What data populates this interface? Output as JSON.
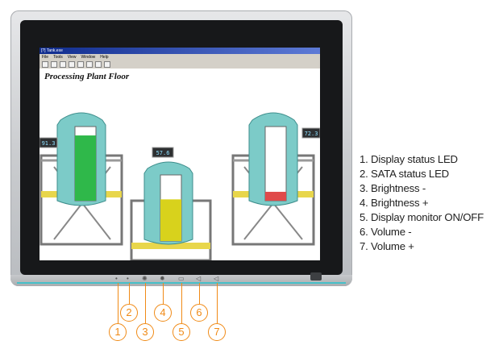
{
  "app": {
    "title": "[?] Tank.exe",
    "menu": [
      "File",
      "Tools",
      "View",
      "Window",
      "Help"
    ],
    "toolbar_icons": [
      "new-icon",
      "open-icon",
      "save-icon",
      "cut-icon",
      "copy-icon",
      "paste-icon",
      "print-icon",
      "help-icon"
    ],
    "page_title": "Processing Plant Floor"
  },
  "tanks": [
    {
      "readout": "91.3",
      "level": 0.88,
      "fill": "#2fb84a"
    },
    {
      "readout": "57.6",
      "level": 0.63,
      "fill": "#d8d21c"
    },
    {
      "readout": "72.3",
      "level": 0.12,
      "fill": "#e04a4a"
    }
  ],
  "callouts": [
    "1",
    "2",
    "3",
    "4",
    "5",
    "6",
    "7"
  ],
  "legend": [
    "1. Display status LED",
    "2. SATA status LED",
    "3. Brightness -",
    "4. Brightness +",
    "5. Display monitor ON/OFF",
    "6. Volume -",
    "7. Volume +"
  ],
  "colors": {
    "accent": "#f08a16",
    "bezel": "#17181a",
    "teal_strip": "#46c0c9"
  }
}
